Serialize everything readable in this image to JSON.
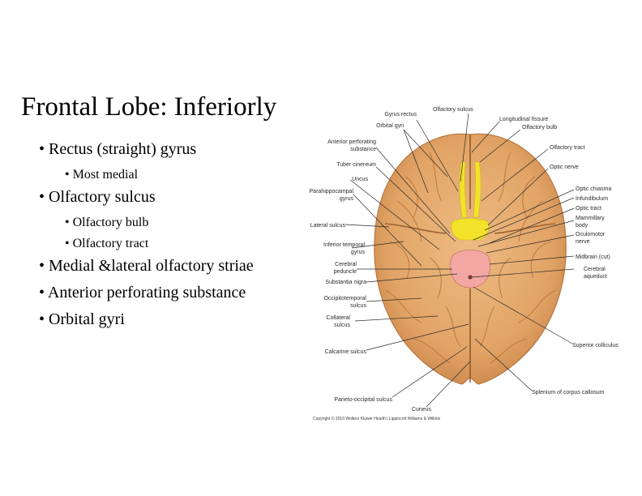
{
  "slide": {
    "title": "Frontal Lobe: Inferiorly",
    "bullets": [
      {
        "text": "Rectus (straight) gyrus",
        "sub": [
          "Most medial"
        ]
      },
      {
        "text": "Olfactory sulcus",
        "sub": [
          "Olfactory bulb",
          "Olfactory tract"
        ]
      },
      {
        "text": "Medial &lateral olfactory striae",
        "sub": []
      },
      {
        "text": "Anterior perforating substance",
        "sub": []
      },
      {
        "text": "Orbital gyri",
        "sub": []
      }
    ]
  },
  "figure": {
    "labels": {
      "gyrus_rectus": "Gyrus rectus",
      "olfactory_sulcus": "Olfactory sulcus",
      "orbital_gyri": "Orbital gyri",
      "longitudinal_fissure": "Longitudinal fissure",
      "olfactory_bulb": "Olfactory bulb",
      "anterior_perforating_1": "Anterior perforating",
      "anterior_perforating_2": "substance",
      "olfactory_tract": "Olfactory tract",
      "tuber_cinereum": "Tuber cinereum",
      "optic_nerve": "Optic nerve",
      "uncus": "Uncus",
      "parahippocampal_1": "Parahippocampal",
      "parahippocampal_2": "gyrus",
      "optic_chiasma": "Optic chiasma",
      "infundibulum": "Infundibulum",
      "optic_tract": "Optic tract",
      "lateral_sulcus": "Lateral sulcus",
      "mammillary_1": "Mammillary",
      "mammillary_2": "body",
      "oculomotor_1": "Oculomotor",
      "oculomotor_2": "nerve",
      "inferior_temporal_1": "Inferior temporal",
      "inferior_temporal_2": "gyrus",
      "midbrain": "Midbrain (cut)",
      "cerebral_peduncle_1": "Cerebral",
      "cerebral_peduncle_2": "peduncle",
      "cerebral_aqueduct_1": "Cerebral",
      "cerebral_aqueduct_2": "aqueduct",
      "substantia_nigra": "Substantia nigra",
      "occipitotemporal_1": "Occipitotemporal",
      "occipitotemporal_2": "sulcus",
      "collateral_1": "Collateral",
      "collateral_2": "sulcus",
      "superior_colliculus": "Superior colliculus",
      "calcarine_sulcus": "Calcarine sulcus",
      "splenium": "Splenium of corpus callosum",
      "parieto_occipital": "Parieto-occipital sulcus",
      "cuneus": "Cuneus",
      "copyright": "Copyright © 2010 Wolters Kluwer Health | Lippincott Williams & Wilkins"
    },
    "colors": {
      "brain": "#e4a86a",
      "brain_shadow": "#b9763f",
      "olfactory": "#f2e22a",
      "midbrain": "#f2a7a2"
    }
  }
}
